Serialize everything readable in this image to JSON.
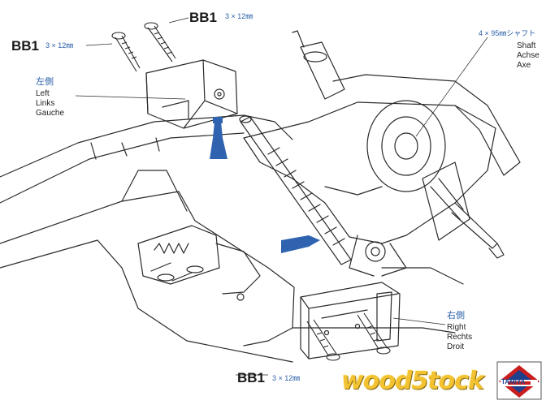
{
  "screws": {
    "top": {
      "code": "BB1",
      "size": "3 × 12㎜"
    },
    "left": {
      "code": "BB1",
      "size": "3 × 12㎜"
    },
    "bottom": {
      "code": "BB1",
      "size": "3 × 12㎜"
    }
  },
  "shaft": {
    "spec": "4 × 95㎜シャフト",
    "lines": [
      "Shaft",
      "Achse",
      "Axe"
    ]
  },
  "left_side": {
    "jp": "左側",
    "lines": [
      "Left",
      "Links",
      "Gauche"
    ]
  },
  "right_side": {
    "jp": "右側",
    "lines": [
      "Right",
      "Rechts",
      "Droit"
    ]
  },
  "watermark": {
    "text": "wood5tock",
    "logo": "TAMIYA"
  },
  "colors": {
    "line": "#2a2a2a",
    "accent_blue": "#2a5fa8",
    "grease_blue": "#2f63b0",
    "watermark": "#f2c230"
  }
}
